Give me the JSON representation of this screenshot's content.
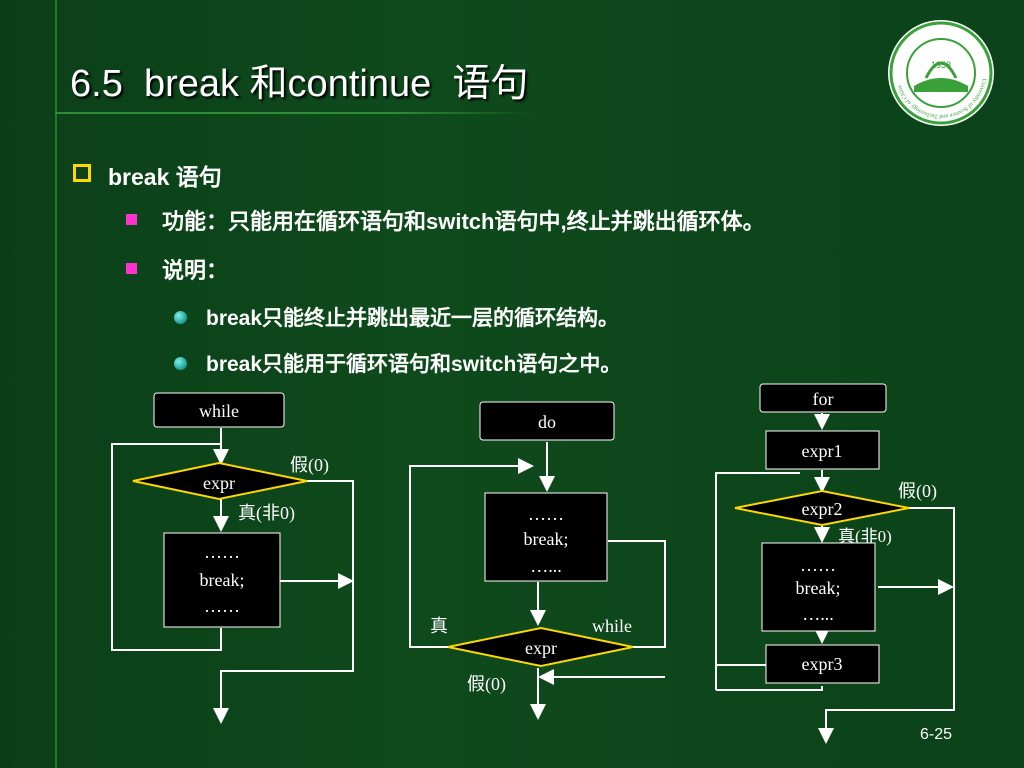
{
  "title": "6.5  break 和continue  语句",
  "bullets": {
    "l1": "break 语句",
    "l2a": "功能：只能用在循环语句和switch语句中,终止并跳出循环体。",
    "l2b": "说明：",
    "l3a": "break只能终止并跳出最近一层的循环结构。",
    "l3b": "break只能用于循环语句和switch语句之中。"
  },
  "flow_while": {
    "header": "while",
    "cond": "expr",
    "false_label": "假(0)",
    "true_label": "真(非0)",
    "body": [
      "……",
      "break;",
      "……"
    ]
  },
  "flow_do": {
    "header": "do",
    "body": [
      "……",
      "break;",
      "…..."
    ],
    "cond": "expr",
    "true_label": "真",
    "while_label": "while",
    "false_label": "假(0)"
  },
  "flow_for": {
    "header": "for",
    "init": "expr1",
    "cond": "expr2",
    "false_label": "假(0)",
    "true_label": "真(非0)",
    "body": [
      "……",
      "break;",
      "…..."
    ],
    "step": "expr3"
  },
  "logo": {
    "year": "1958",
    "ring_text": "University of Science and Technology of China"
  },
  "page_number": "6-25",
  "colors": {
    "accent_yellow": "#ffd800",
    "bullet_magenta": "#ff33cc",
    "bullet_teal": "#1a9b95",
    "background": "#0e4a1c"
  }
}
